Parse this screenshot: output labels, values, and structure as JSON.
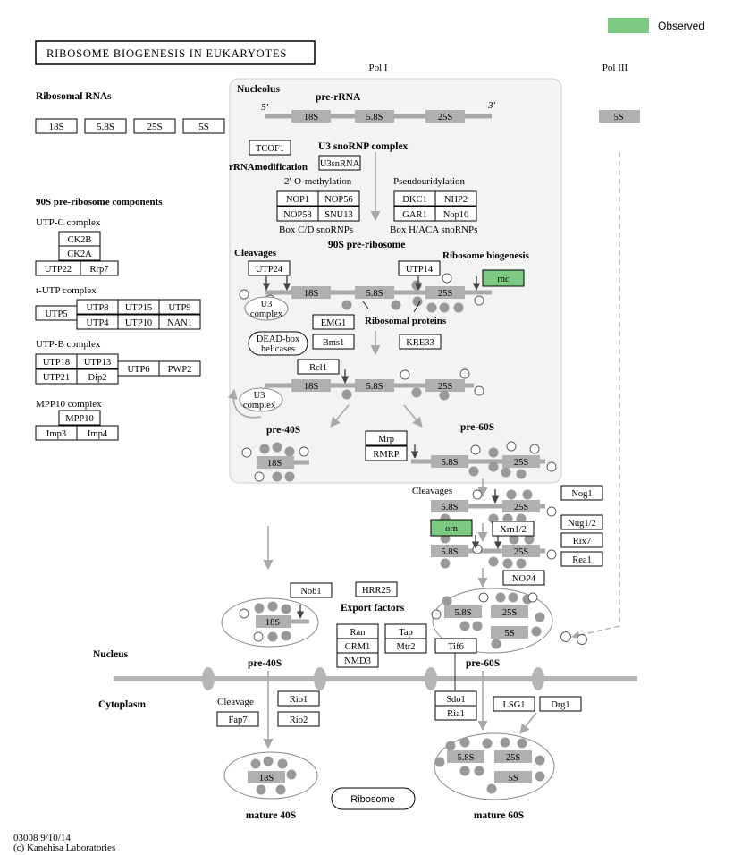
{
  "legend": {
    "observed_label": "Observed",
    "observed_color": "#7dcb82"
  },
  "title": "RIBOSOME BIOGENESIS IN EUKARYOTES",
  "pol1": "Pol I",
  "pol3": "Pol III",
  "nucleolus": "Nucleolus",
  "pre_rrna": "pre-rRNA",
  "five_prime": "5'",
  "three_prime": "3'",
  "r18s": "18S",
  "r58s": "5.8S",
  "r25s": "25S",
  "r5s": "5S",
  "ribosomal_rnas": "Ribosomal RNAs",
  "components_90s": "90S pre-ribosome components",
  "utpc_complex": "UTP-C complex",
  "tutp_complex": "t-UTP complex",
  "utpb_complex": "UTP-B complex",
  "mpp10_complex": "MPP10 complex",
  "genes": {
    "ck2b": "CK2B",
    "ck2a": "CK2A",
    "utp22": "UTP22",
    "rrp7": "Rrp7",
    "utp5": "UTP5",
    "utp8": "UTP8",
    "utp15": "UTP15",
    "utp9": "UTP9",
    "utp4": "UTP4",
    "utp10": "UTP10",
    "nan1": "NAN1",
    "utp18": "UTP18",
    "utp13": "UTP13",
    "utp6": "UTP6",
    "pwp2": "PWP2",
    "utp21": "UTP21",
    "dip2": "Dip2",
    "mpp10": "MPP10",
    "imp3": "Imp3",
    "imp4": "Imp4",
    "tcof1": "TCOF1",
    "u3snrna": "U3snRNA",
    "nop1": "NOP1",
    "nop56": "NOP56",
    "nop58": "NOP58",
    "snu13": "SNU13",
    "dkc1": "DKC1",
    "nhp2": "NHP2",
    "gar1": "GAR1",
    "nop10": "Nop10",
    "utp24": "UTP24",
    "utp14": "UTP14",
    "emg1": "EMG1",
    "bms1": "Bms1",
    "kre33": "KRE33",
    "rcl1": "Rcl1",
    "mrp": "Mrp",
    "rmrp": "RMRP",
    "nog1": "Nog1",
    "nug12": "Nug1/2",
    "rix7": "Rix7",
    "rea1": "Rea1",
    "xrn12": "Xrn1/2",
    "nop4": "NOP4",
    "nob1": "Nob1",
    "hrr25": "HRR25",
    "ran": "Ran",
    "crm1": "CRM1",
    "nmd3": "NMD3",
    "tap": "Tap",
    "mtr2": "Mtr2",
    "tif6": "Tif6",
    "rio1": "Rio1",
    "fap7": "Fap7",
    "rio2": "Rio2",
    "sdo1": "Sdo1",
    "ria1": "Ria1",
    "lsg1": "LSG1",
    "drg1": "Drg1"
  },
  "u3_snornp_complex": "U3 snoRNP complex",
  "rrna_modification": "rRNAmodification",
  "methylation": "2'-O-methylation",
  "pseudouridylation": "Pseudouridylation",
  "box_cd": "Box C/D snoRNPs",
  "box_haca": "Box H/ACA snoRNPs",
  "pre_ribosome_90s": "90S pre-ribosome",
  "cleavages": "Cleavages",
  "ribosome_biogenesis": "Ribosome biogenesis",
  "rmc": "rnc",
  "u3_complex_line1": "U3",
  "u3_complex_line2": "complex",
  "ribosomal_proteins": "Ribosomal proteins",
  "deadbox_line1": "DEAD-box",
  "deadbox_line2": "helicases",
  "pre_40s": "pre-40S",
  "pre_60s": "pre-60S",
  "orn": "orn",
  "export_factors": "Export factors",
  "nucleus": "Nucleus",
  "cytoplasm": "Cytoplasm",
  "cleavage": "Cleavage",
  "ribosome": "Ribosome",
  "mature_40s": "mature 40S",
  "mature_60s": "mature 60S",
  "footer_code": "03008 9/10/14",
  "footer_copyright": "(c) Kanehisa Laboratories"
}
